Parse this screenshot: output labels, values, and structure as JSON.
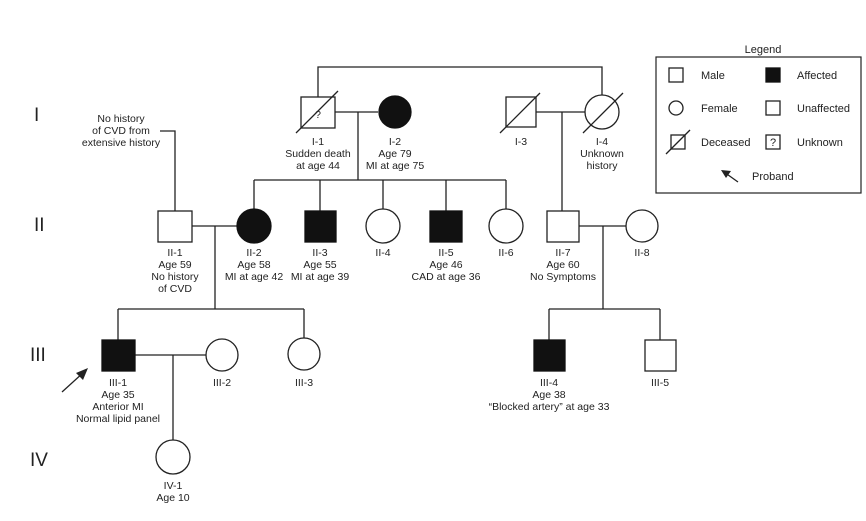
{
  "generations": [
    "I",
    "II",
    "III",
    "IV"
  ],
  "individuals": {
    "I1": {
      "inner": "?",
      "lines": [
        "I-1",
        "Sudden death",
        "at age 44"
      ]
    },
    "I2": {
      "lines": [
        "I-2",
        "Age 79",
        "MI at age 75"
      ]
    },
    "I3": {
      "lines": [
        "I-3"
      ]
    },
    "I4": {
      "lines": [
        "I-4",
        "Unknown",
        "history"
      ]
    },
    "II1": {
      "lines": [
        "II-1",
        "Age 59",
        "No history",
        "of CVD"
      ]
    },
    "II2": {
      "lines": [
        "II-2",
        "Age 58",
        "MI at age 42"
      ]
    },
    "II3": {
      "lines": [
        "II-3",
        "Age 55",
        "MI at age 39"
      ]
    },
    "II4": {
      "lines": [
        "II-4"
      ]
    },
    "II5": {
      "lines": [
        "II-5",
        "Age 46",
        "CAD at age 36"
      ]
    },
    "II6": {
      "lines": [
        "II-6"
      ]
    },
    "II7": {
      "lines": [
        "II-7",
        "Age 60",
        "No Symptoms"
      ]
    },
    "II8": {
      "lines": [
        "II-8"
      ]
    },
    "III1": {
      "lines": [
        "III-1",
        "Age 35",
        "Anterior MI",
        "Normal lipid panel"
      ]
    },
    "III2": {
      "lines": [
        "III-2"
      ]
    },
    "III3": {
      "lines": [
        "III-3"
      ]
    },
    "III4": {
      "lines": [
        "III-4",
        "Age 38",
        "“Blocked artery” at age 33"
      ]
    },
    "III5": {
      "lines": [
        "III-5"
      ]
    },
    "IV1": {
      "lines": [
        "IV-1",
        "Age 10"
      ]
    }
  },
  "annotation": {
    "lines": [
      "No history",
      "of CVD from",
      "extensive history"
    ]
  },
  "legend": {
    "title": "Legend",
    "male": "Male",
    "affected": "Affected",
    "female": "Female",
    "unaffected": "Unaffected",
    "deceased": "Deceased",
    "unknown_symbol": "?",
    "unknown": "Unknown",
    "proband": "Proband"
  },
  "colors": {
    "line": "#222222",
    "affected_fill": "#111111",
    "background": "#ffffff"
  }
}
